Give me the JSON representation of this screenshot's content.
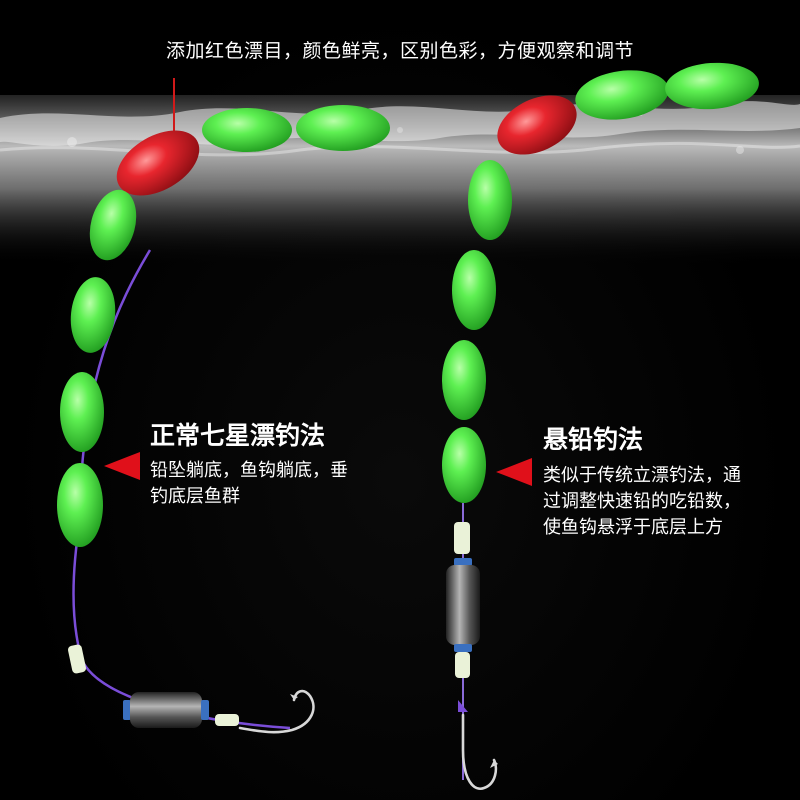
{
  "captions": {
    "top": "添加红色漂目，颜色鲜亮，区别色彩，方便观察和调节"
  },
  "left_method": {
    "title": "正常七星漂钓法",
    "desc_line1": "铅坠躺底，鱼钩躺底，垂",
    "desc_line2": "钓底层鱼群"
  },
  "right_method": {
    "title": "悬铅钓法",
    "desc_line1": "类似于传统立漂钓法，通",
    "desc_line2": "过调整快速铅的吃铅数，",
    "desc_line3": "使鱼钩悬浮于底层上方"
  },
  "colors": {
    "float_green": "#52e84a",
    "float_red": "#e0232b",
    "line_purple": "#7a4dd8",
    "pointer_red": "#e0101a",
    "text": "#ffffff",
    "background": "#000000"
  },
  "icons": [
    "pointer-arrow-icon",
    "hook-icon",
    "lead-sinker-icon",
    "float-bead-icon"
  ]
}
